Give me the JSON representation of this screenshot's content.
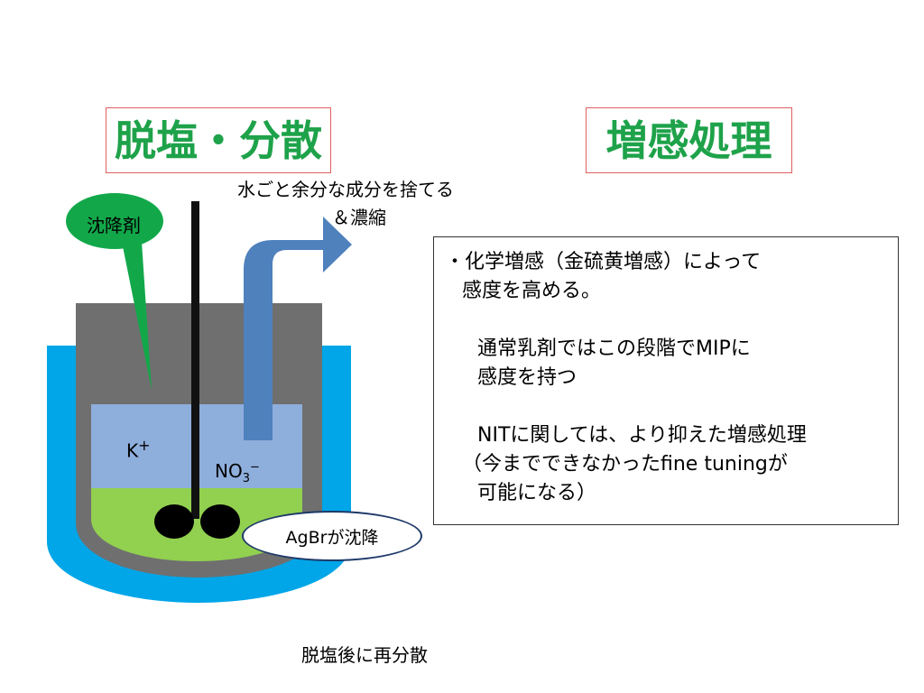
{
  "titles": {
    "left": "脱塩・分散",
    "right": "増感処理"
  },
  "diagram": {
    "discard_label_line1": "水ごと余分な成分を捨てる",
    "discard_label_line2": "＆濃縮",
    "precipitant_bubble": "沈降剤",
    "ion_k": "K",
    "ion_k_sup": "+",
    "ion_no3": "NO",
    "ion_no3_sub": "3",
    "ion_no3_sup": "−",
    "agbr_bubble": "AgBrが沈降",
    "caption": "脱塩後に再分散"
  },
  "info": {
    "line1": "・化学増感（金硫黄増感）によって",
    "line2": "感度を高める。",
    "line3": "通常乳剤ではこの段階でMIPに",
    "line4": "感度を持つ",
    "line5": "NITに関しては、より抑えた増感処理",
    "line6": "（今までできなかったfine tuningが",
    "line7": "可能になる）"
  },
  "colors": {
    "title_text": "#1ea24a",
    "title_border": "#e06060",
    "outer_bath": "#00a6e8",
    "vessel": "#6f6f6f",
    "solution": "#8eaedc",
    "precipitate": "#92d050",
    "arrow": "#4f81bd",
    "bubble_green": "#12a84a"
  }
}
